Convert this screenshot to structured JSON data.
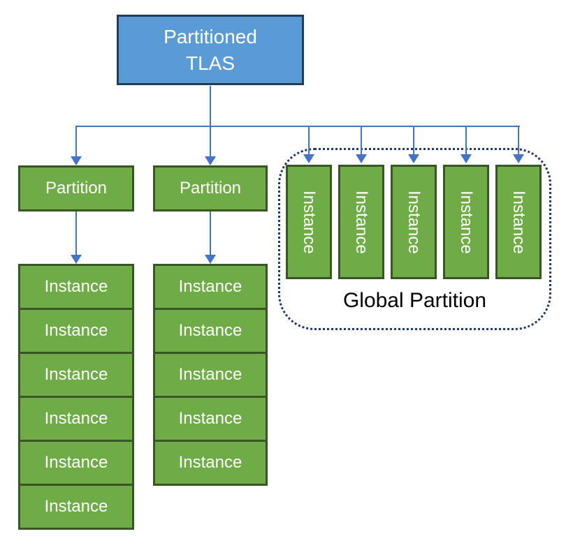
{
  "root": {
    "line1": "Partitioned",
    "line2": "TLAS"
  },
  "columns": [
    {
      "partition_label": "Partition",
      "instances": [
        "Instance",
        "Instance",
        "Instance",
        "Instance",
        "Instance",
        "Instance"
      ]
    },
    {
      "partition_label": "Partition",
      "instances": [
        "Instance",
        "Instance",
        "Instance",
        "Instance",
        "Instance"
      ]
    }
  ],
  "global_partition": {
    "label": "Global Partition",
    "instances": [
      "Instance",
      "Instance",
      "Instance",
      "Instance",
      "Instance"
    ]
  },
  "colors": {
    "node-green": "#6FAC47",
    "node-green-border": "#375623",
    "root-blue": "#5B9BD5",
    "root-blue-border": "#1F3C58",
    "connector": "#4472C4",
    "dotted-border": "#1F3864",
    "node-text": "#FFFFFF",
    "global-label-text": "#000000",
    "background": "#FFFFFF"
  }
}
